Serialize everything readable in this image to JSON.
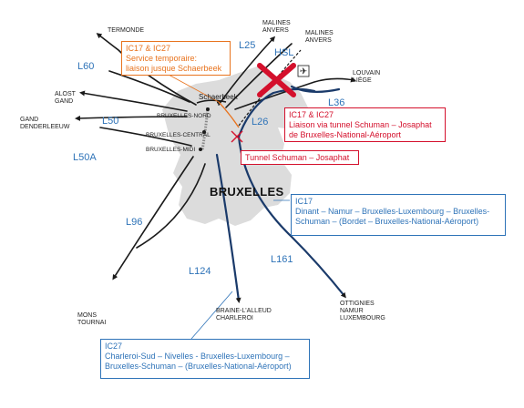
{
  "colors": {
    "urban_area": "#dcdcdc",
    "rail": "#1a1a1a",
    "highlight_rail": "#1a3a6a",
    "orange": "#e8731e",
    "red": "#d4102c",
    "blue": "#2e73b8"
  },
  "destinations": {
    "termonde": [
      "TERMONDE"
    ],
    "malines_left": [
      "MALINES",
      "ANVERS"
    ],
    "malines_right": [
      "MALINES",
      "ANVERS"
    ],
    "louvain": [
      "LOUVAIN",
      "LIÈGE"
    ],
    "alost": [
      "ALOST",
      "GAND"
    ],
    "gand": [
      "GAND",
      "DENDERLEEUW"
    ],
    "mons": [
      "MONS",
      "TOURNAI"
    ],
    "braine": [
      "BRAINE-L'ALLEUD",
      "CHARLEROI"
    ],
    "ottignies": [
      "OTTIGNIES",
      "NAMUR",
      "LUXEMBOURG"
    ]
  },
  "line_labels": {
    "l60": "L60",
    "l25": "L25",
    "hsl": "HSL",
    "l50": "L50",
    "l26": "L26",
    "l36": "L36",
    "l50a": "L50A",
    "l96": "L96",
    "l124": "L124",
    "l161": "L161"
  },
  "stations": {
    "schaerbeek": "Schaerbeek",
    "nord": "BRUXELLES-NORD",
    "central": "BRUXELLES-CENTRAL",
    "midi": "BRUXELLES-MIDI"
  },
  "city": "BRUXELLES",
  "icons": {
    "airport": "airplane-icon",
    "closure": "red-x-closure-icon",
    "works": "red-x-works-icon"
  },
  "boxes": {
    "orange": [
      "IC17 & IC27",
      "Service temporaire:",
      "liaison jusque Schaerbeek"
    ],
    "red_main": [
      "IC17 & IC27",
      "Liaison via tunnel Schuman – Josaphat",
      "de Bruxelles-National-Aéroport"
    ],
    "red_tunnel": [
      "Tunnel Schuman – Josaphat"
    ],
    "blue_ic17": [
      "IC17",
      "Dinant – Namur – Bruxelles-Luxembourg – Bruxelles-",
      "Schuman – (Bordet – Bruxelles-National-Aéroport)"
    ],
    "blue_ic27": [
      "IC27",
      "Charleroi-Sud – Nivelles - Bruxelles-Luxembourg –",
      "Bruxelles-Schuman – (Bruxelles-National-Aéroport)"
    ]
  }
}
